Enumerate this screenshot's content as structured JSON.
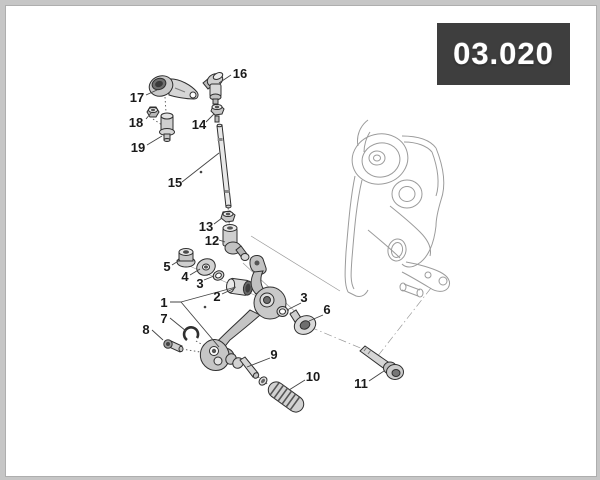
{
  "header": {
    "code": "03.020"
  },
  "colors": {
    "header_bg": "#3e3e3e",
    "header_text": "#ffffff",
    "page_bg": "#ffffff",
    "frame": "#c6c6c6",
    "part_outline": "#2f2f2f",
    "bracket_line": "#9b9b9b",
    "leader_line": "#444444"
  },
  "diagram": {
    "description": "Exploded parts diagram: gear change lever assembly with rod linkage and mounting bracket",
    "callouts": [
      {
        "part": "1",
        "text": "1"
      },
      {
        "part": "2",
        "text": "2"
      },
      {
        "part": "3",
        "text": "3"
      },
      {
        "part": "3",
        "text": "3"
      },
      {
        "part": "4",
        "text": "4"
      },
      {
        "part": "5",
        "text": "5"
      },
      {
        "part": "6",
        "text": "6"
      },
      {
        "part": "7",
        "text": "7"
      },
      {
        "part": "8",
        "text": "8"
      },
      {
        "part": "9",
        "text": "9"
      },
      {
        "part": "10",
        "text": "10"
      },
      {
        "part": "11",
        "text": "11"
      },
      {
        "part": "12",
        "text": "12"
      },
      {
        "part": "13",
        "text": "13"
      },
      {
        "part": "14",
        "text": "14"
      },
      {
        "part": "15",
        "text": "15"
      },
      {
        "part": "16",
        "text": "16"
      },
      {
        "part": "17",
        "text": "17"
      },
      {
        "part": "18",
        "text": "18"
      },
      {
        "part": "19",
        "text": "19"
      }
    ]
  }
}
